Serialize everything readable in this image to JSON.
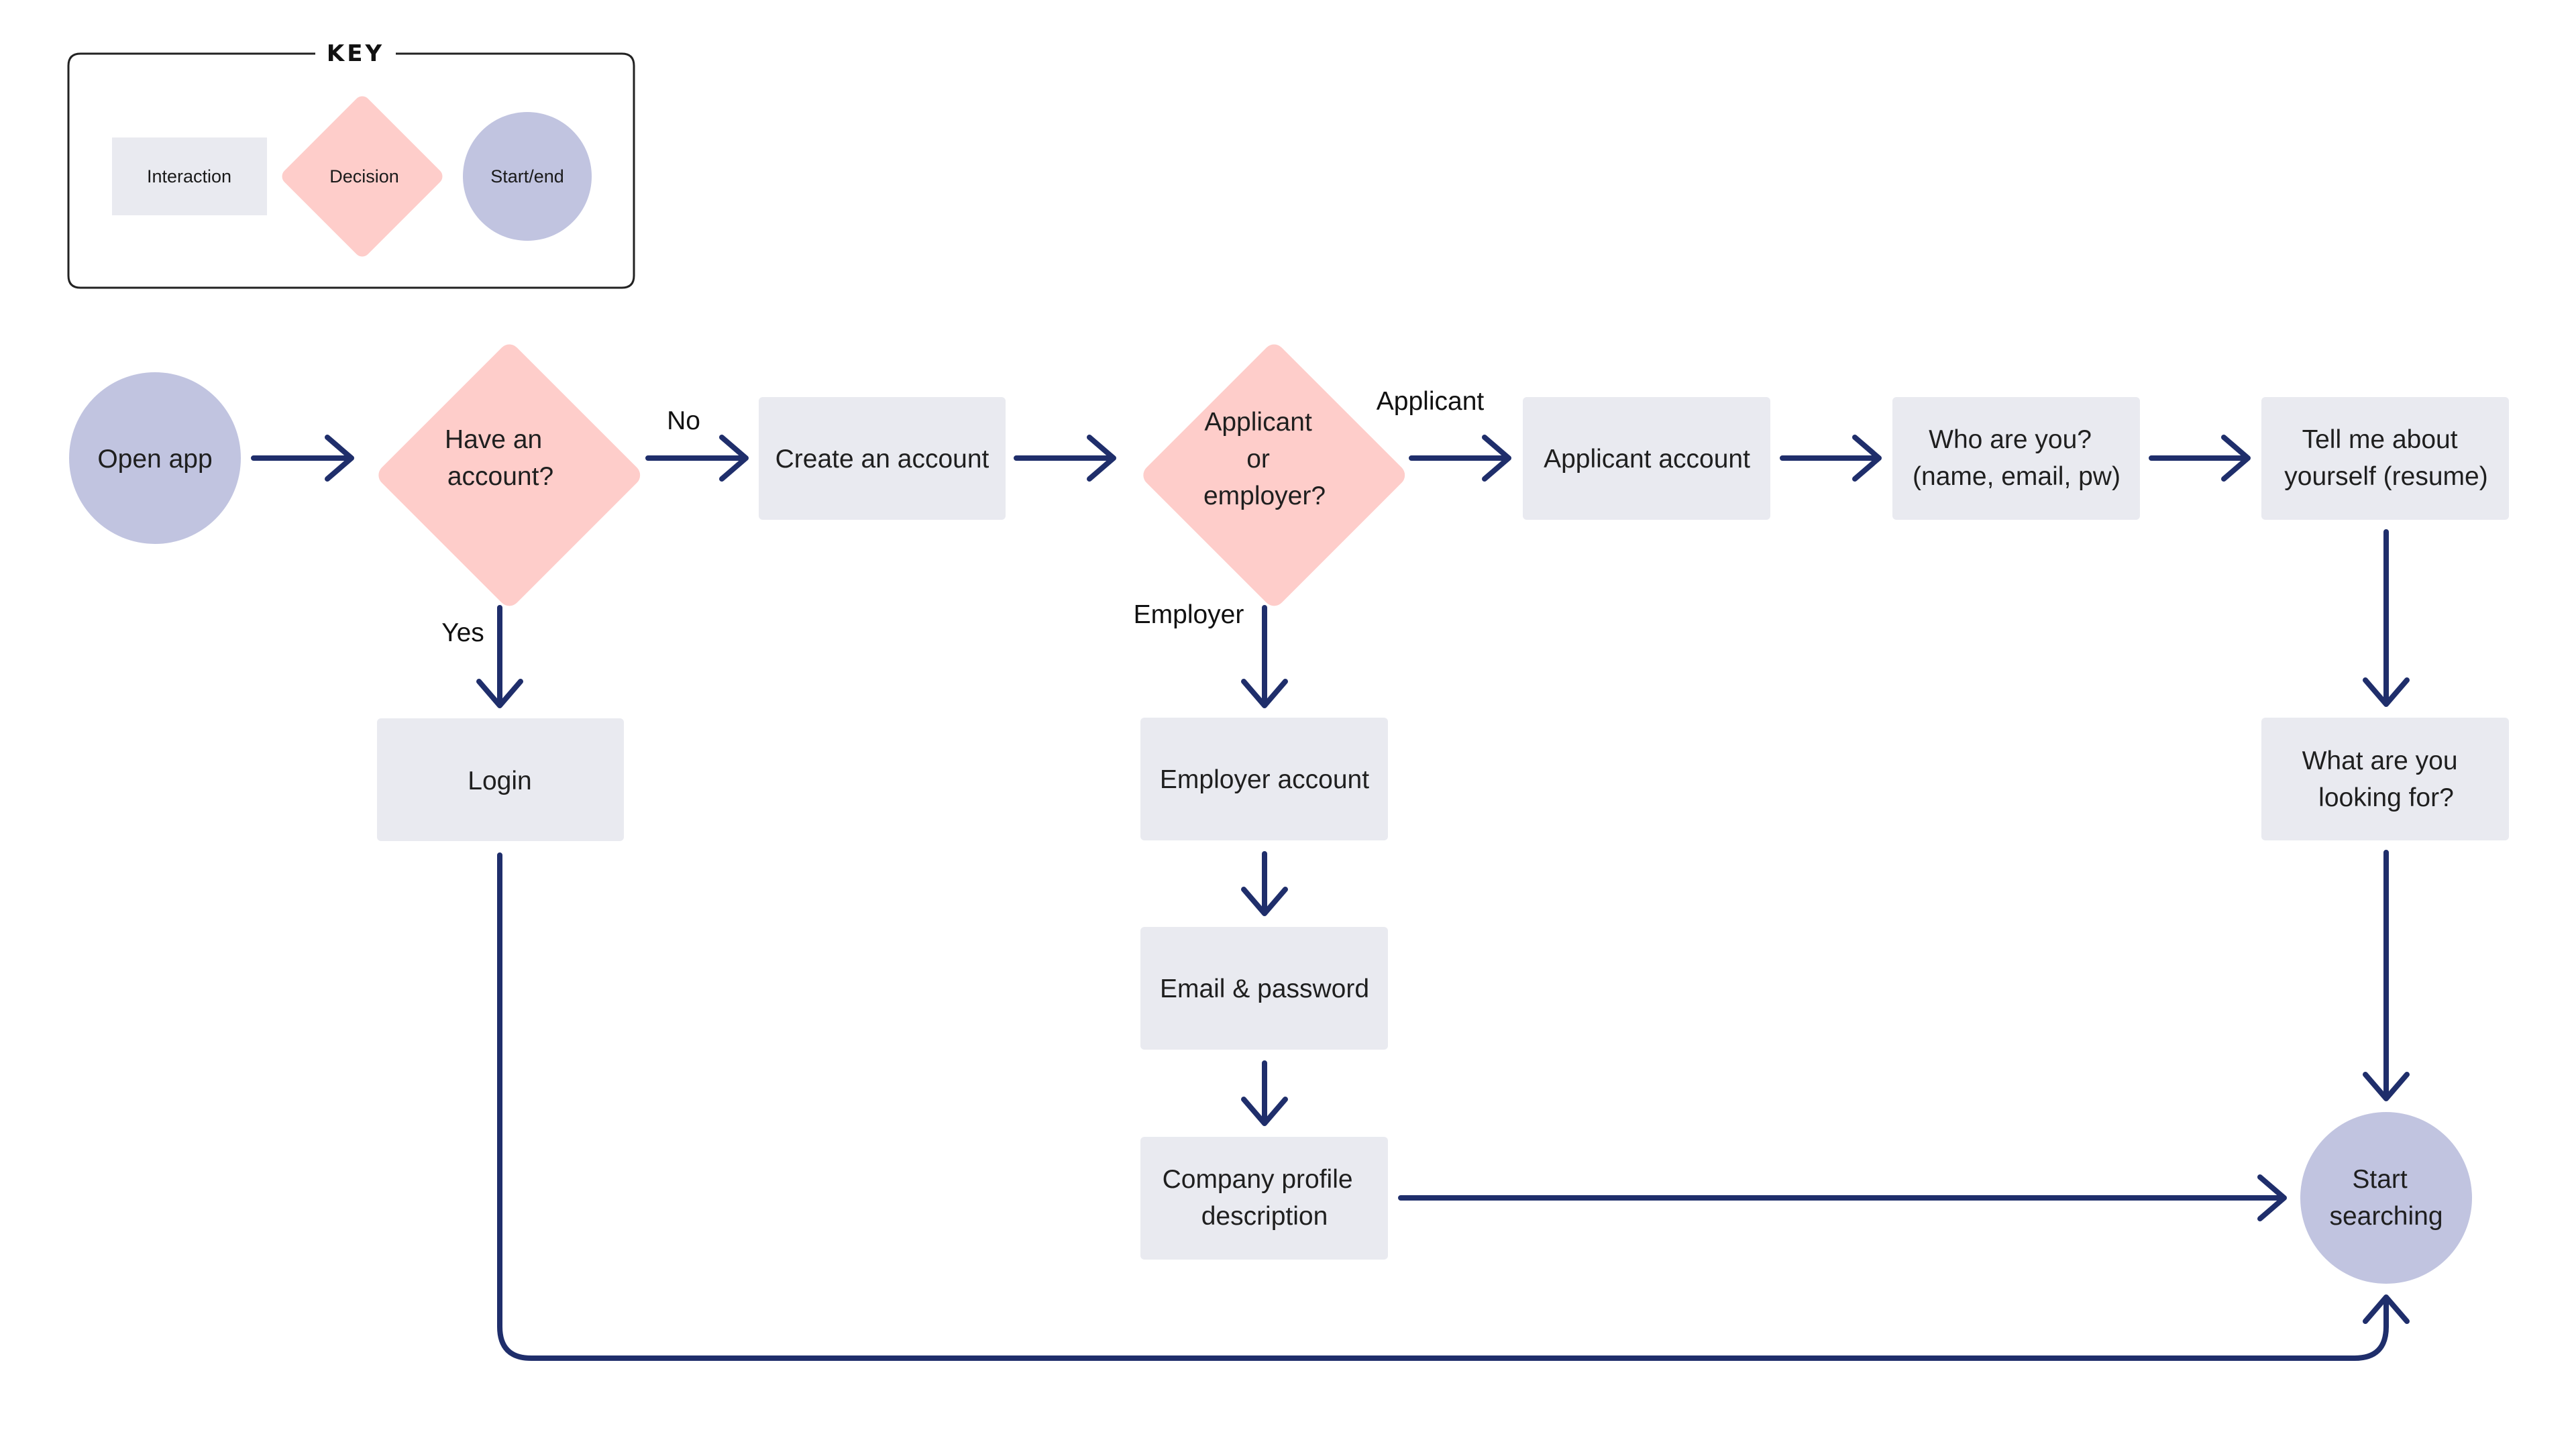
{
  "key": {
    "title": "KEY",
    "interaction_label": "Interaction",
    "decision_label": "Decision",
    "startend_label": "Start/end"
  },
  "nodes": {
    "open_app": [
      "Open app"
    ],
    "have_account": [
      "Have an",
      "account?"
    ],
    "create_account": [
      "Create an account"
    ],
    "applicant_or_employer": [
      "Applicant",
      "or",
      "employer?"
    ],
    "applicant_account": [
      "Applicant account"
    ],
    "who_are_you": [
      "Who are you?",
      "(name, email, pw)"
    ],
    "tell_me": [
      "Tell me about",
      "yourself (resume)"
    ],
    "login": [
      "Login"
    ],
    "employer_account": [
      "Employer account"
    ],
    "email_password": [
      "Email & password"
    ],
    "company_profile": [
      "Company profile",
      "description"
    ],
    "looking_for": [
      "What are you",
      "looking for?"
    ],
    "start_searching": [
      "Start",
      "searching"
    ]
  },
  "edges": {
    "no": "No",
    "yes": "Yes",
    "applicant": "Applicant",
    "employer": "Employer"
  },
  "colors": {
    "interaction": "#e9eaf0",
    "decision": "#fecdca",
    "terminal": "#c1c4e0",
    "arrow": "#1f2e6b"
  }
}
